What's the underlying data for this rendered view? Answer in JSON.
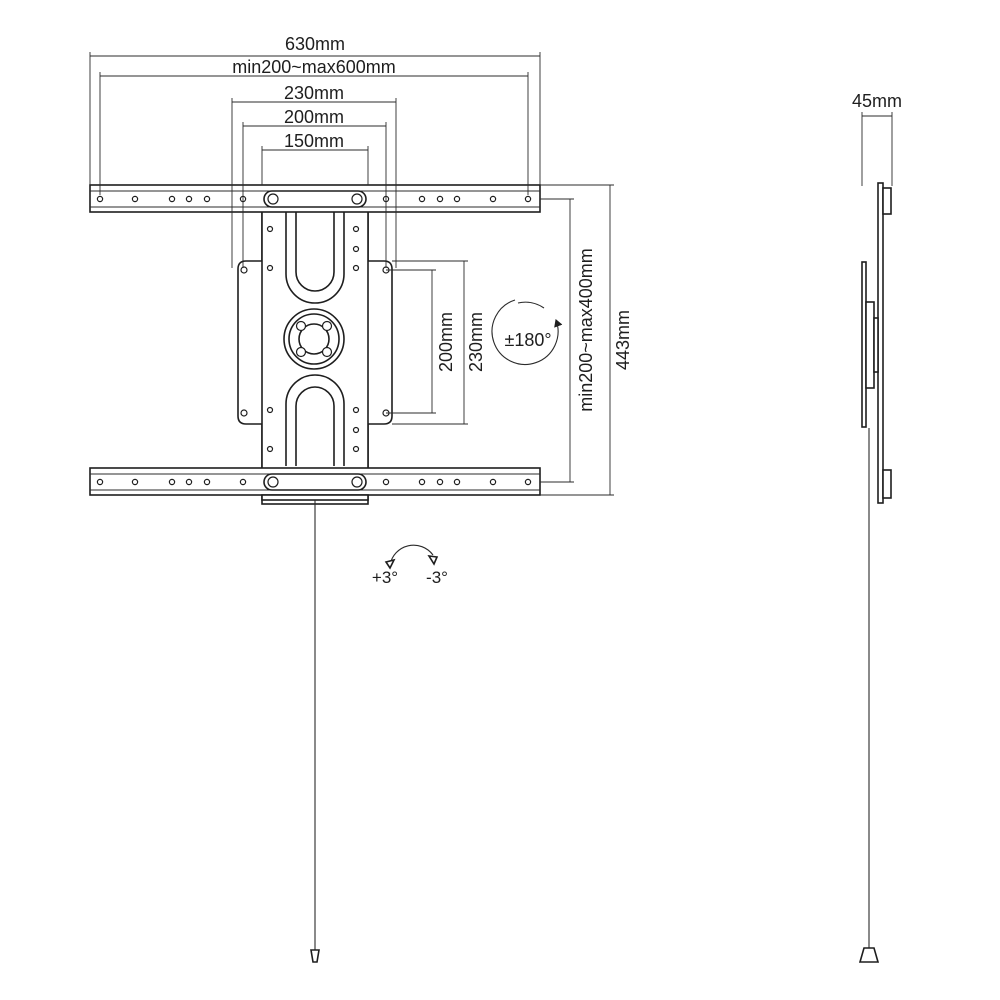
{
  "front_view": {
    "dim_overall_width": "630mm",
    "dim_horizontal_range": "min200~max600mm",
    "dim_plate_width_outer": "230mm",
    "dim_plate_width_inner": "200mm",
    "dim_pole_width": "150mm",
    "dim_plate_height_inner": "200mm",
    "dim_plate_height_outer": "230mm",
    "dim_vertical_range": "min200~max400mm",
    "dim_overall_height": "443mm",
    "rotation_label": "±180°",
    "tilt_plus_label": "+3°",
    "tilt_minus_label": "-3°"
  },
  "side_view": {
    "dim_depth": "45mm"
  }
}
